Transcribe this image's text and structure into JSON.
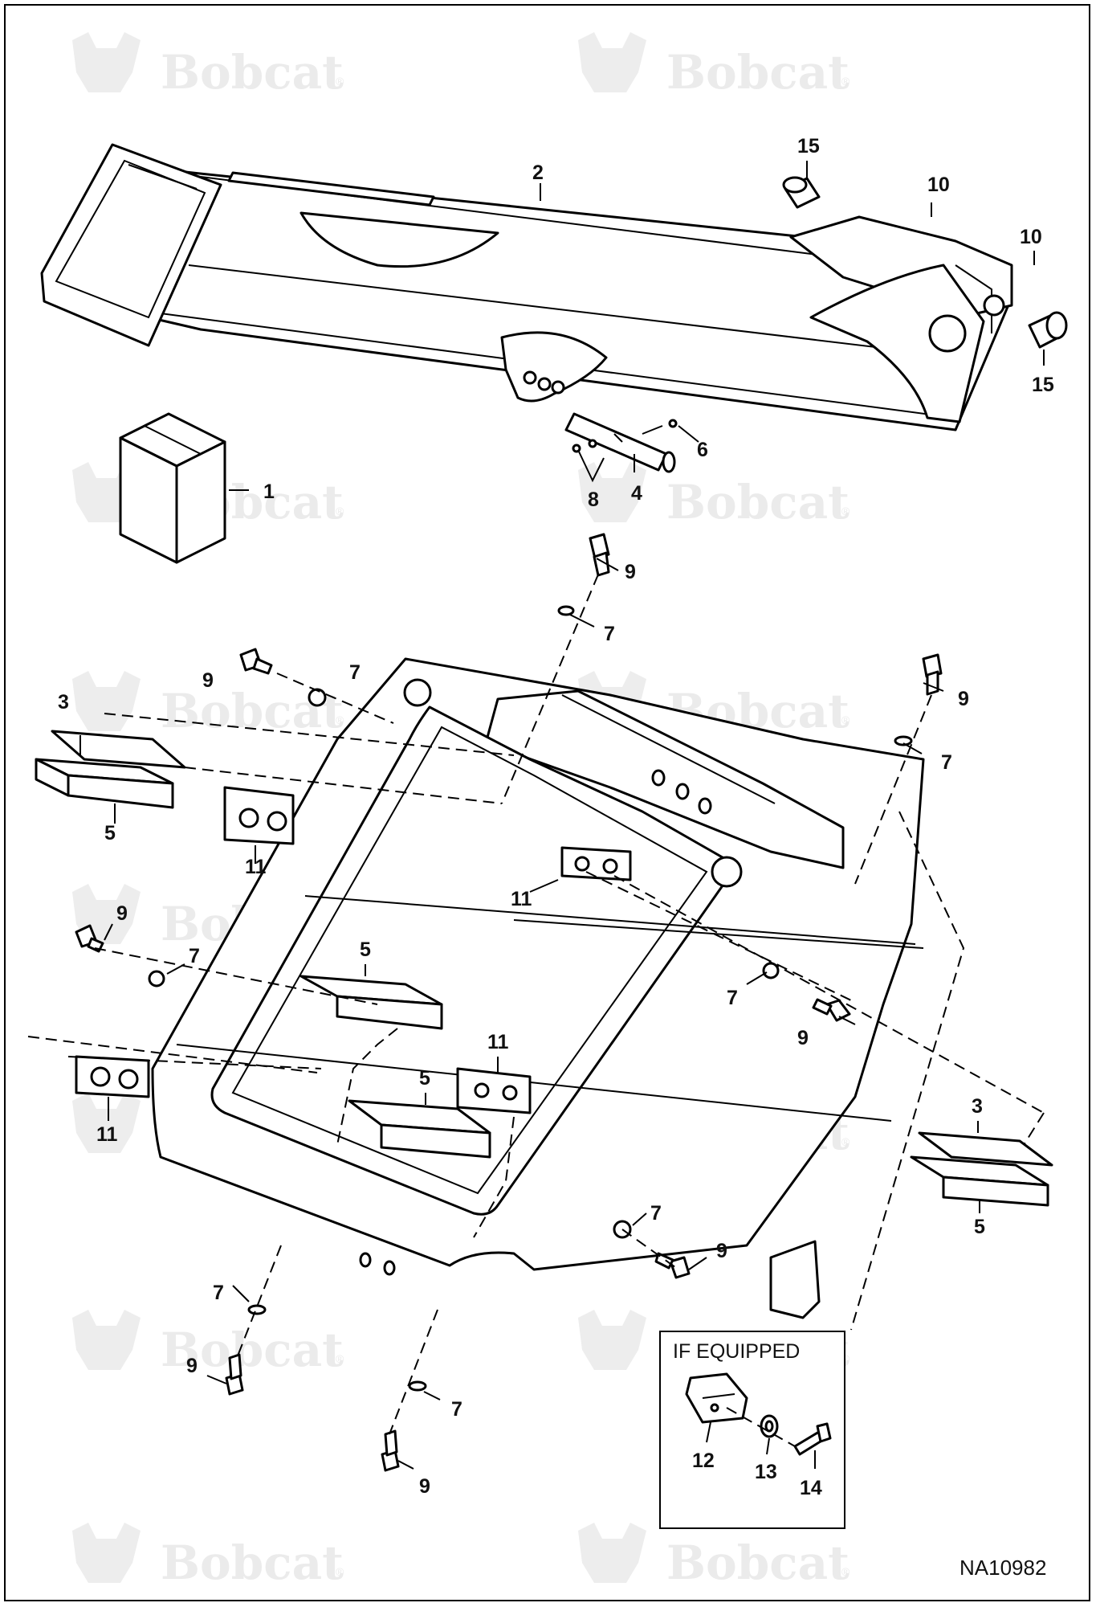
{
  "diagram": {
    "drawing_id": "NA10982",
    "watermark": {
      "brand": "Bobcat",
      "reg_mark": "®"
    },
    "inset": {
      "title": "IF EQUIPPED"
    },
    "callouts": [
      {
        "id": "c15a",
        "label": "15"
      },
      {
        "id": "c2",
        "label": "2"
      },
      {
        "id": "c10a",
        "label": "10"
      },
      {
        "id": "c10b",
        "label": "10"
      },
      {
        "id": "c15b",
        "label": "15"
      },
      {
        "id": "c6",
        "label": "6"
      },
      {
        "id": "c1",
        "label": "1"
      },
      {
        "id": "c8",
        "label": "8"
      },
      {
        "id": "c4",
        "label": "4"
      },
      {
        "id": "c9a",
        "label": "9"
      },
      {
        "id": "c7a",
        "label": "7"
      },
      {
        "id": "c9b",
        "label": "9"
      },
      {
        "id": "c7b",
        "label": "7"
      },
      {
        "id": "c3a",
        "label": "3"
      },
      {
        "id": "c9c",
        "label": "9"
      },
      {
        "id": "c7c",
        "label": "7"
      },
      {
        "id": "c5a",
        "label": "5"
      },
      {
        "id": "c11a",
        "label": "11"
      },
      {
        "id": "c11b",
        "label": "11"
      },
      {
        "id": "c9d",
        "label": "9"
      },
      {
        "id": "c7d",
        "label": "7"
      },
      {
        "id": "c7e",
        "label": "7"
      },
      {
        "id": "c9e",
        "label": "9"
      },
      {
        "id": "c5b",
        "label": "5"
      },
      {
        "id": "c11c",
        "label": "11"
      },
      {
        "id": "c5c",
        "label": "5"
      },
      {
        "id": "c11d",
        "label": "11"
      },
      {
        "id": "c3b",
        "label": "3"
      },
      {
        "id": "c5d",
        "label": "5"
      },
      {
        "id": "c7f",
        "label": "7"
      },
      {
        "id": "c9f",
        "label": "9"
      },
      {
        "id": "c7g",
        "label": "7"
      },
      {
        "id": "c9g",
        "label": "9"
      },
      {
        "id": "c7h",
        "label": "7"
      },
      {
        "id": "c9h",
        "label": "9"
      },
      {
        "id": "c12",
        "label": "12"
      },
      {
        "id": "c13",
        "label": "13"
      },
      {
        "id": "c14",
        "label": "14"
      }
    ]
  }
}
